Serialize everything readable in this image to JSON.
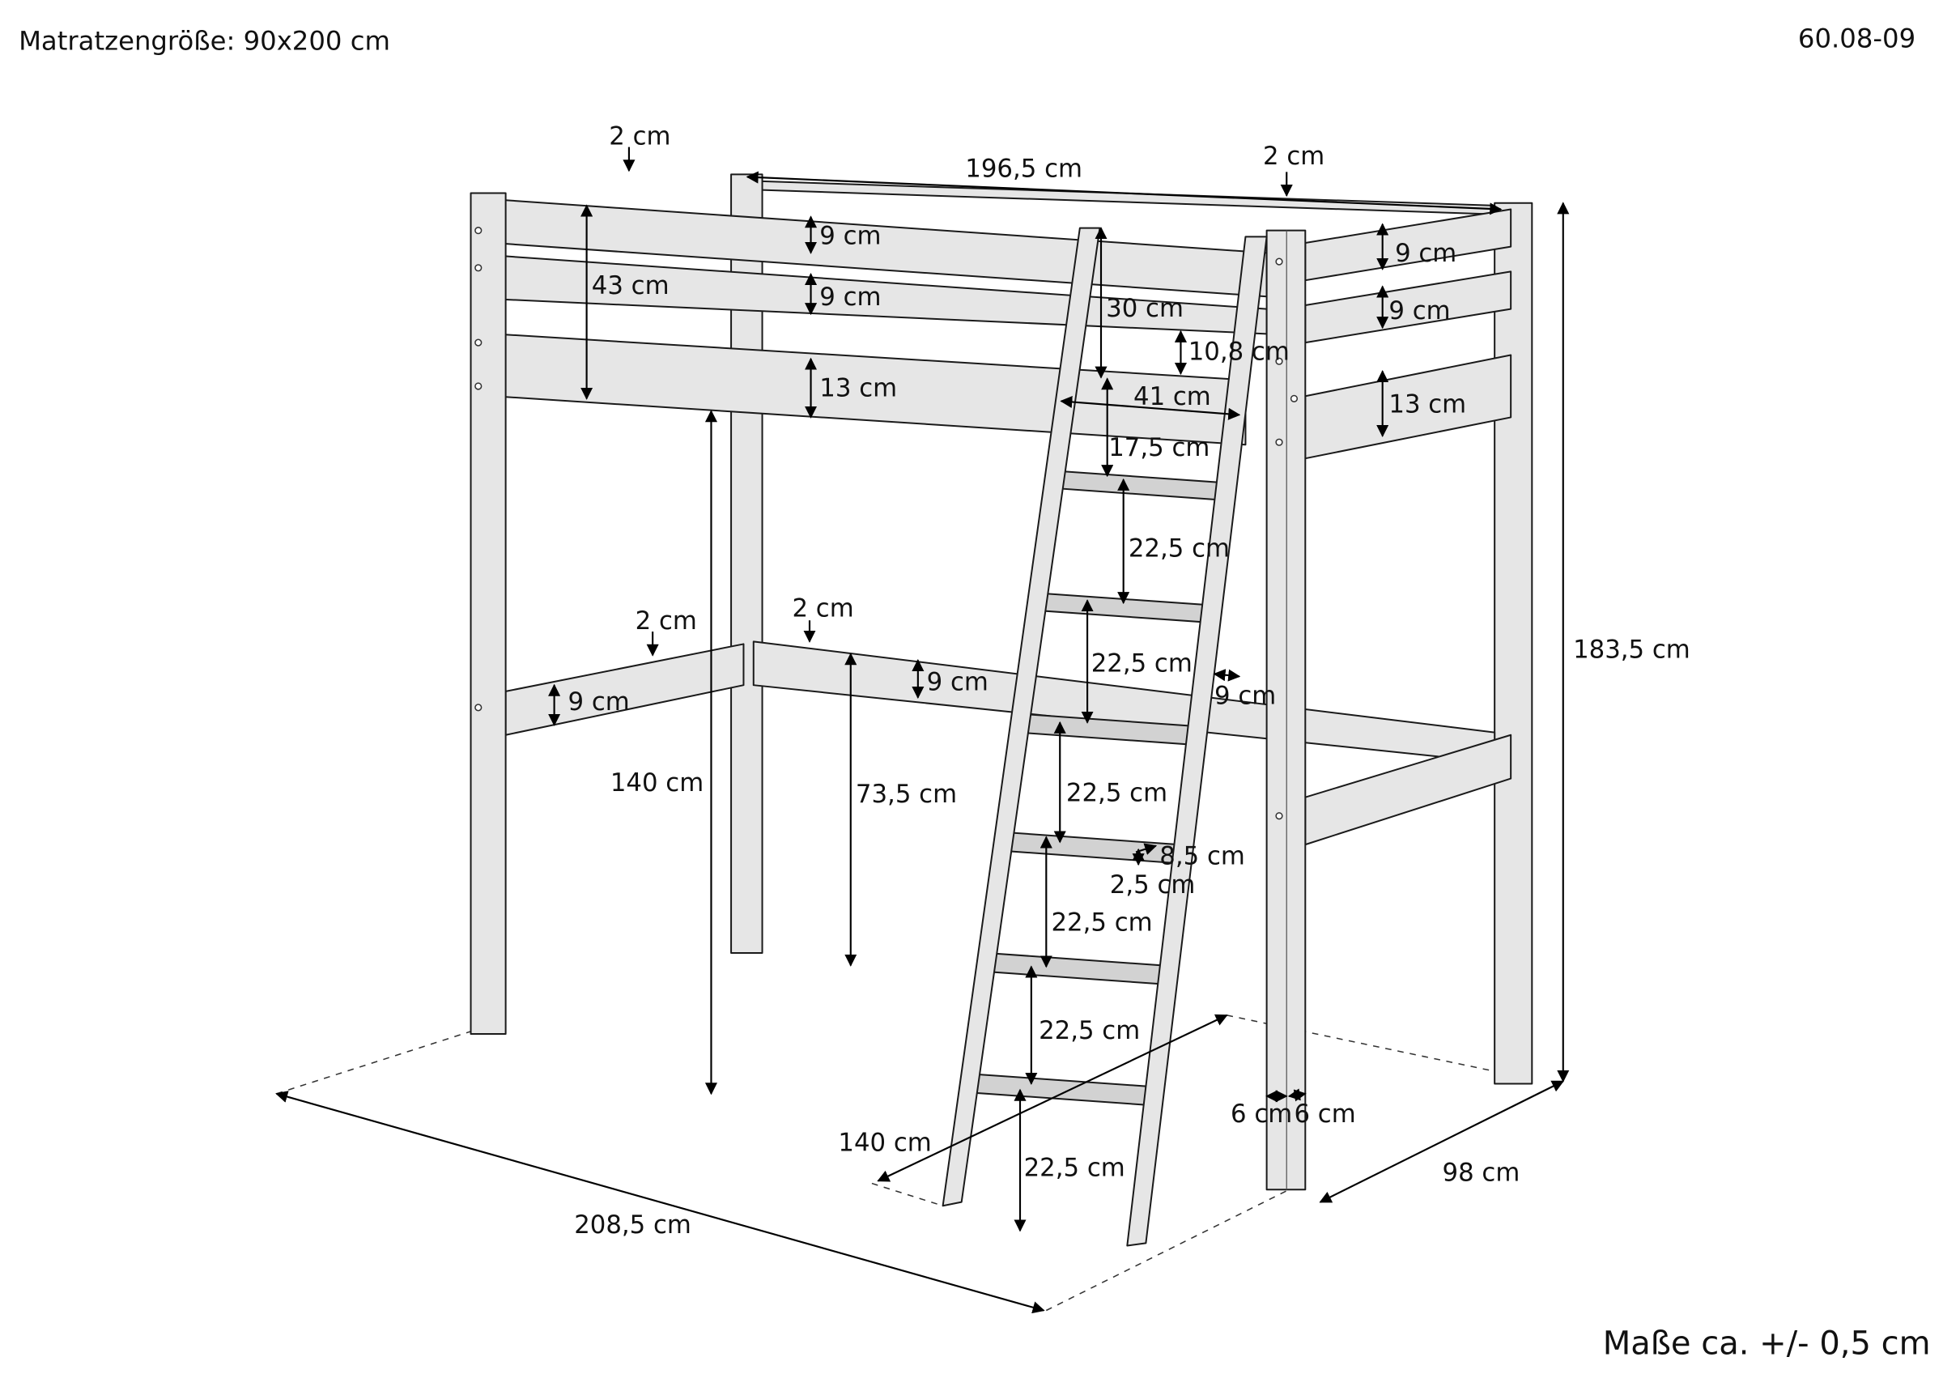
{
  "header": {
    "mattress_size": "Matratzengröße: 90x200 cm",
    "article_number": "60.08-09"
  },
  "footer": {
    "tolerance": "Maße ca. +/- 0,5 cm"
  },
  "dimensions": {
    "post_top_left": "2 cm",
    "top_length": "196,5 cm",
    "post_top_right": "2 cm",
    "left_rail_1": "9 cm",
    "left_rail_2": "9 cm",
    "left_guard_height": "43 cm",
    "left_rail_3": "13 cm",
    "ladder_top_opening": "30 cm",
    "gap": "10,8 cm",
    "ladder_width": "41 cm",
    "ladder_first_step": "17,5 cm",
    "right_rail_1": "9 cm",
    "right_rail_2": "9 cm",
    "right_rail_3": "13 cm",
    "step_1": "22,5 cm",
    "step_2": "22,5 cm",
    "step_3": "22,5 cm",
    "step_4": "22,5 cm",
    "step_5": "22,5 cm",
    "step_6": "22,5 cm",
    "rung_depth": "8,5 cm",
    "rung_thickness": "2,5 cm",
    "ladder_stringer": "9 cm",
    "lower_left_offset": "2 cm",
    "lower_mid_offset": "2 cm",
    "lower_left_rail": "9 cm",
    "lower_long_rail": "9 cm",
    "under_height": "140 cm",
    "lower_rail_height": "73,5 cm",
    "total_height": "183,5 cm",
    "ladder_footprint": "140 cm",
    "post_width_a": "6 cm",
    "post_width_b": "6 cm",
    "total_length": "208,5 cm",
    "total_width": "98 cm"
  }
}
